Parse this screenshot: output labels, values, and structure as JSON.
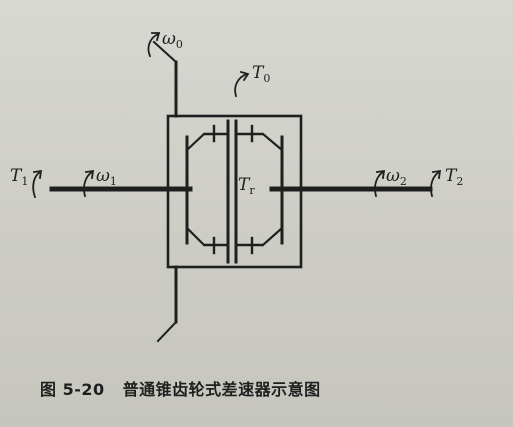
{
  "figure": {
    "caption_number": "图 5-20",
    "caption_text": "普通锥齿轮式差速器示意图"
  },
  "labels": {
    "omega0": {
      "sym": "ω",
      "sub": "0"
    },
    "T0": {
      "sym": "T",
      "sub": "0"
    },
    "T1": {
      "sym": "T",
      "sub": "1"
    },
    "omega1": {
      "sym": "ω",
      "sub": "1"
    },
    "Tr": {
      "sym": "T",
      "sub": "r"
    },
    "omega2": {
      "sym": "ω",
      "sub": "2"
    },
    "T2": {
      "sym": "T",
      "sub": "2"
    }
  },
  "colors": {
    "ink": "#1f1f1f",
    "paper": "#d2d2cc"
  }
}
